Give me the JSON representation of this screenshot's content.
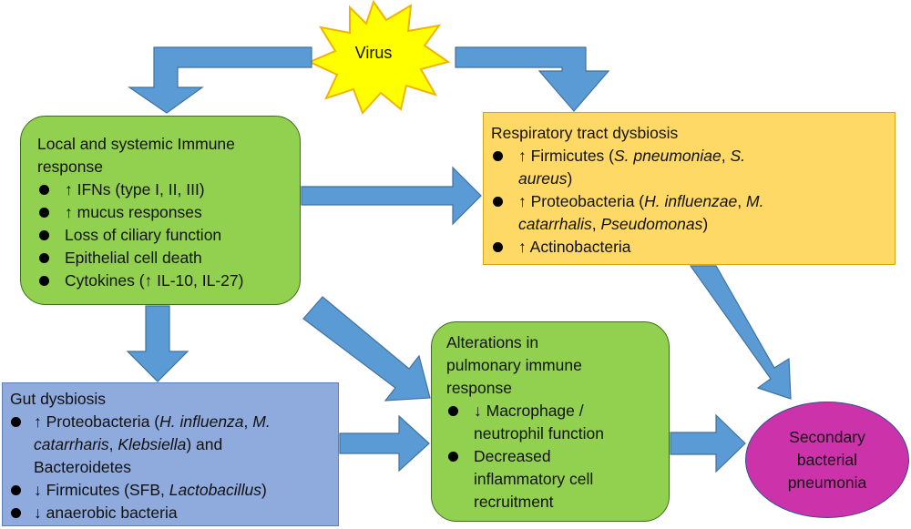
{
  "virus": {
    "label": "Virus"
  },
  "immune": {
    "title_line1": "Local and systemic Immune",
    "title_line2": "response",
    "items": [
      "↑  IFNs (type I, II, III)",
      "↑  mucus responses",
      "Loss of ciliary function",
      "Epithelial cell death",
      "Cytokines (↑ IL-10, IL-27)"
    ]
  },
  "resp": {
    "title": "Respiratory tract dysbiosis",
    "items": [
      {
        "a": "↑ Firmicutes (",
        "b": "S. pneumoniae",
        "c": ", ",
        "d": "S.",
        "e": "aureus",
        "f": ")"
      },
      {
        "a": "↑ Proteobacteria (",
        "b": "H. influenzae",
        "c": ", ",
        "d": "M.",
        "e": "catarrhalis",
        "f": ", ",
        "g": "Pseudomonas",
        "h": ")"
      },
      "↑ Actinobacteria"
    ]
  },
  "alter": {
    "title_line1": "Alterations in",
    "title_line2": "pulmonary immune",
    "title_line3": "response",
    "items": [
      {
        "line1": "↓ Macrophage /",
        "line2": "neutrophil function"
      },
      {
        "line1": "Decreased",
        "line2": "inflammatory cell",
        "line3": "recruitment"
      }
    ]
  },
  "gut": {
    "title": "Gut dysbiosis",
    "items": [
      {
        "a": "↑  Proteobacteria (",
        "b": "H. influenza",
        "c": ", ",
        "d": "M.",
        "e": "catarrharis",
        "f": ", ",
        "g": "Klebsiella",
        "h": ") and",
        "i": "Bacteroidetes"
      },
      {
        "a": "↓ Firmicutes (SFB, ",
        "b": "Lactobacillus",
        "c": ")"
      },
      "↓ anaerobic bacteria"
    ]
  },
  "pneumonia": {
    "line1": "Secondary",
    "line2": "bacterial",
    "line3": "pneumonia"
  },
  "colors": {
    "green": "#92d050",
    "yellow": "#ffd966",
    "blue_box": "#8faadc",
    "magenta": "#cc33aa",
    "arrow": "#5b9bd5",
    "virus_fill": "#ffff00"
  }
}
